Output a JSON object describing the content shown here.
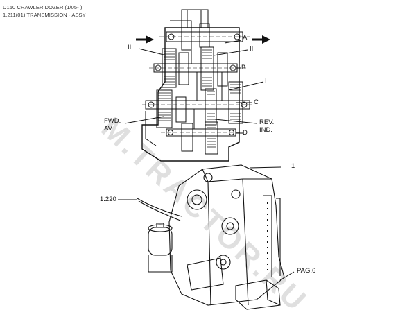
{
  "header": {
    "model": "D150 CRAWLER DOZER (1/05- )",
    "section": "1.211(01) TRANSMISSION - ASSY"
  },
  "watermark": "M.TRACTOR.RU",
  "labels": {
    "a": "A",
    "b": "B",
    "c": "C",
    "d": "D",
    "roman_i": "I",
    "roman_ii": "II",
    "roman_iii": "III",
    "fwd": "FWD.",
    "av": "AV.",
    "rev": "REV.",
    "ind": "IND.",
    "callout_1": "1",
    "callout_1220": "1.220",
    "callout_pag6": "PAG.6"
  },
  "colors": {
    "line": "#111111",
    "watermark": "#8a8a8a"
  }
}
